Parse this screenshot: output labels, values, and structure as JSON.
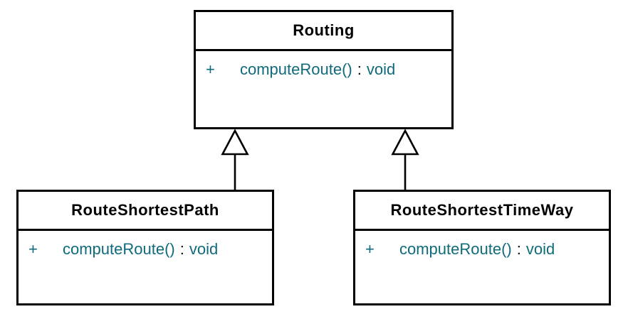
{
  "diagram": {
    "type": "uml-class-diagram",
    "classes": [
      {
        "name": "Routing",
        "methods": [
          {
            "visibility": "+",
            "name": "computeRoute()",
            "separator": ":",
            "return_type": "void"
          }
        ]
      },
      {
        "name": "RouteShortestPath",
        "extends": "Routing",
        "methods": [
          {
            "visibility": "+",
            "name": "computeRoute()",
            "separator": ":",
            "return_type": "void"
          }
        ]
      },
      {
        "name": "RouteShortestTimeWay",
        "extends": "Routing",
        "methods": [
          {
            "visibility": "+",
            "name": "computeRoute()",
            "separator": ":",
            "return_type": "void"
          }
        ]
      }
    ],
    "relationships": [
      {
        "type": "generalization",
        "from": "RouteShortestPath",
        "to": "Routing"
      },
      {
        "type": "generalization",
        "from": "RouteShortestTimeWay",
        "to": "Routing"
      }
    ],
    "colors": {
      "method_text": "#0f6b7c",
      "border": "#000000",
      "class_fill": "#ffffff",
      "background": "#ffffff"
    }
  }
}
